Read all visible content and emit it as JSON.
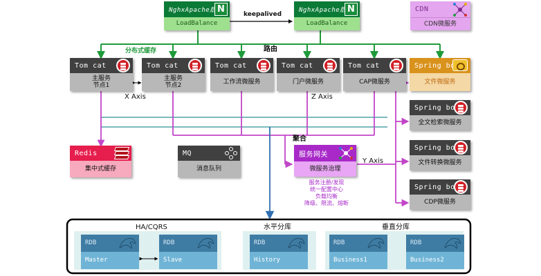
{
  "colors": {
    "green_line": "#1f9a3a",
    "purple_line": "#c245c8",
    "teal_line": "#2a8f96",
    "blue_arrow": "#2f6fb0",
    "lb_header": "#0c7a37",
    "lb_body": "#9fe08f",
    "tomcat_header": "#404040",
    "tomcat_body": "#b8b8b8",
    "springboot_main": "#d9921c",
    "redis": "#e61e4d",
    "gateway": "#a829c8",
    "rdb_dark": "#3f7ca4",
    "rdb_light": "#6fb4d6"
  },
  "load_balancers": [
    {
      "header": "NghxApache后",
      "icon": "nginx-n-icon",
      "icon_text": "N",
      "body": "LoadBalance"
    },
    {
      "header": "NghxApache后",
      "icon": "nginx-n-icon",
      "icon_text": "N",
      "body": "LoadBalance"
    }
  ],
  "keepalived": "keepalived",
  "cdn": {
    "header": "CDN",
    "icon": "network-icon",
    "body": "CDN微服务"
  },
  "labels": {
    "distributed_cache": "分布式缓存",
    "routing": "路由",
    "x_axis": "X Axis",
    "z_axis": "Z Axis",
    "y_axis": "Y Axis",
    "aggregate": "聚合"
  },
  "tomcats": [
    {
      "header": "Tom cat",
      "icon": "redis-db-icon",
      "body_line1": "主服务",
      "body_line2": "节点1"
    },
    {
      "header": "Tom cat",
      "icon": "redis-db-icon",
      "body_line1": "主服务",
      "body_line2": "节点2"
    },
    {
      "header": "Tom cat",
      "icon": "redis-db-icon",
      "body_line1": "工作流微服务",
      "body_line2": ""
    },
    {
      "header": "Tom cat",
      "icon": "redis-db-icon",
      "body_line1": "门户微服务",
      "body_line2": ""
    },
    {
      "header": "Tom cat",
      "icon": "redis-db-icon",
      "body_line1": "CAP微服务",
      "body_line2": ""
    }
  ],
  "spring_main": {
    "header": "Spring boot",
    "icon": "hard-drive-icon",
    "body": "文件微服务"
  },
  "spring_services": [
    {
      "header": "Spring boot",
      "icon": "redis-db-icon",
      "body": "全文检索微服务"
    },
    {
      "header": "Spring boot",
      "icon": "redis-db-icon",
      "body": "文件转换微服务"
    },
    {
      "header": "Spring boot",
      "icon": "redis-db-icon",
      "body": "CDP微服务"
    }
  ],
  "redis_cache": {
    "header": "Redis",
    "icon": "redis-stack-icon",
    "body": "集中式缓存"
  },
  "mq": {
    "header": "MQ",
    "icon": "cluster-icon",
    "body": "消息队列"
  },
  "gateway": {
    "header": "服务网关",
    "icon": "network-icon",
    "body": "微服务治理",
    "features": [
      "服务注册/发现",
      "统一配置中心",
      "负载均衡",
      "降级、限流、熔断"
    ]
  },
  "database": {
    "sections": [
      "HA/CQRS",
      "水平分库",
      "垂直分库"
    ],
    "rdbs": [
      {
        "header": "RDB",
        "icon": "mysql-dolphin-icon",
        "label": "Master"
      },
      {
        "header": "RDB",
        "icon": "mysql-dolphin-icon",
        "label": "Slave"
      },
      {
        "header": "RDB",
        "icon": "mysql-dolphin-icon",
        "label": "History"
      },
      {
        "header": "RDB",
        "icon": "mysql-dolphin-icon",
        "label": "Business1"
      },
      {
        "header": "RDB",
        "icon": "mysql-dolphin-icon",
        "label": "Business2"
      }
    ]
  }
}
